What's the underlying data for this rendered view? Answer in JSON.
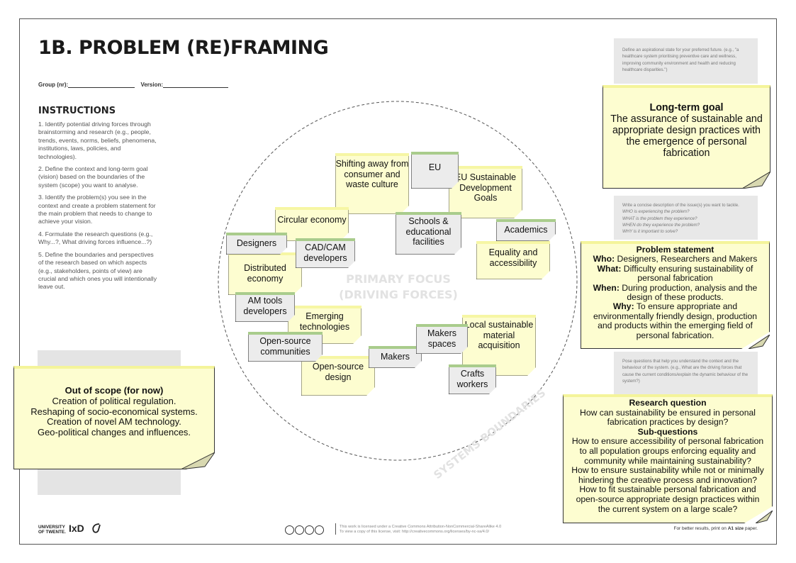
{
  "header": {
    "title": "1B. PROBLEM (RE)FRAMING",
    "group_label": "Group (nr):",
    "version_label": "Version:"
  },
  "instructions": {
    "heading": "INSTRUCTIONS",
    "step1": "1. Identify potential driving forces through brainstorming and research (e.g., people, trends, events, norms, beliefs, phenomena, institutions, laws, policies, and technologies).",
    "step2": "2. Define the context and long-term goal (vision) based on the boundaries of the system (scope) you want to analyse.",
    "step3": "3. Identify the problem(s) you see in the context and create a problem statement for the main problem that needs to change to achieve your vision.",
    "step4": "4. Formulate the research questions (e.g., Why...?, What driving forces influence...?)",
    "step5": "5. Define the boundaries and perspectives of the research based on which aspects (e.g., stakeholders, points of view) are crucial and which ones you will intentionally leave out."
  },
  "diagram": {
    "focus_label_1": "PRIMARY FOCUS",
    "focus_label_2": "(DRIVING FORCES)",
    "boundary_label": "SYSTEMS BOUNDARIES",
    "yellow_notes": [
      "Shifting away from consumer and waste culture",
      "EU Sustainable Development Goals",
      "Circular economy",
      "Equality and accessibility",
      "Distributed economy",
      "Emerging technologies",
      "Local sustainable material acquisition",
      "Open-source design"
    ],
    "green_notes": [
      "EU",
      "Schools & educational facilities",
      "Academics",
      "Designers",
      "CAD/CAM developers",
      "AM tools developers",
      "Open-source communities",
      "Makers",
      "Makers spaces",
      "Crafts workers"
    ]
  },
  "hints": {
    "goal": "Define an aspirational state for your preferred future. (e.g., \"a healthcare system prioritising preventive care and wellness, improving community environment and health and reducing healthcare disparities.\")",
    "problem_1": "Write a concise description of the issue(s) you want to tackle.",
    "problem_2": "WHO is experiencing the problem?",
    "problem_3": "WHAT is the problem they experience?",
    "problem_4": "WHEN do they experience the problem?",
    "problem_5": "WHY is it important to solve?",
    "research": "Pose questions that help you understand the context and the behaviour of the system. (e.g., What are the driving forces that cause the current conditions/explain the dynamic behaviour of the system?)"
  },
  "goal": {
    "heading": "Long-term goal",
    "text": "The assurance of sustainable and appropriate design practices with the emergence of personal fabrication"
  },
  "problem": {
    "heading": "Problem statement",
    "who_label": "Who:",
    "who": "Designers, Researchers and Makers",
    "what_label": "What:",
    "what": "Difficulty ensuring sustainability of personal fabrication",
    "when_label": "When:",
    "when": "During production, analysis and the design of these products.",
    "why_label": "Why:",
    "why": "To ensure appropriate and environmentally friendly design, production and products within the emerging field of personal fabrication."
  },
  "research": {
    "heading": "Research question",
    "question": "How can sustainability be ensured in personal fabrication practices by design?",
    "sub_heading": "Sub-questions",
    "sub1": "How to ensure accessibility of personal fabrication to all population groups enforcing equality and community while maintaining sustainability?",
    "sub2": "How to ensure sustainability while not or minimally hindering the creative process and innovation?",
    "sub3": "How to fit sustainable personal fabrication and open-source appropriate design practices within the current system on a large scale?"
  },
  "scope": {
    "heading": "Out of scope (for now)",
    "line1": "Creation of political regulation.",
    "line2": "Reshaping of socio-economical systems.",
    "line3": "Creation of novel AM technology.",
    "line4": "Geo-political changes and influences."
  },
  "footer": {
    "uni_1": "UNIVERSITY",
    "uni_2": "OF TWENTE.",
    "logo": "IxD",
    "license_1": "This work is licensed under a Creative Commons Attribution-NonCommercial-ShareAlike 4.0",
    "license_2": "To view a copy of this license, visit: http://creativecommons.org/licenses/by-nc-sa/4.0/",
    "print_1": "For better results, print on ",
    "print_2": "A1 size",
    "print_3": " paper."
  }
}
